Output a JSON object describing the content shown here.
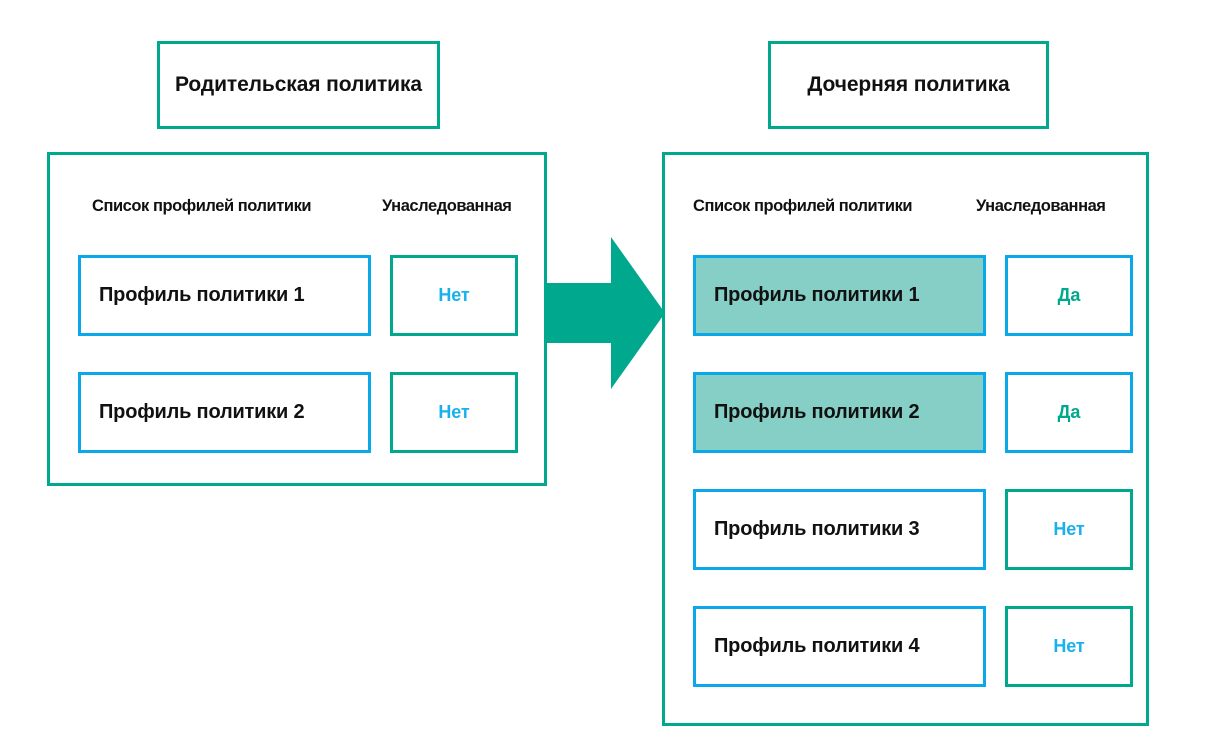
{
  "colors": {
    "teal": "#00a88e",
    "blue": "#0aa8e8",
    "cyan_text": "#19b1ec",
    "highlight_fill": "#86cfc6",
    "text": "#111111",
    "background": "#ffffff"
  },
  "parent": {
    "title": "Родительская политика",
    "headers": {
      "profiles": "Список профилей политики",
      "inherited": "Унаследованная"
    },
    "rows": [
      {
        "profile": "Профиль политики 1",
        "inherited": "Нет",
        "highlighted": false,
        "profile_border": "blue",
        "badge_border": "green",
        "badge_text_color": "cyan"
      },
      {
        "profile": "Профиль политики 2",
        "inherited": "Нет",
        "highlighted": false,
        "profile_border": "blue",
        "badge_border": "green",
        "badge_text_color": "cyan"
      }
    ]
  },
  "child": {
    "title": "Дочерняя политика",
    "headers": {
      "profiles": "Список профилей политики",
      "inherited": "Унаследованная"
    },
    "rows": [
      {
        "profile": "Профиль политики 1",
        "inherited": "Да",
        "highlighted": true,
        "profile_border": "blue",
        "badge_border": "blue",
        "badge_text_color": "green"
      },
      {
        "profile": "Профиль политики 2",
        "inherited": "Да",
        "highlighted": true,
        "profile_border": "blue",
        "badge_border": "blue",
        "badge_text_color": "green"
      },
      {
        "profile": "Профиль политики 3",
        "inherited": "Нет",
        "highlighted": false,
        "profile_border": "blue",
        "badge_border": "green",
        "badge_text_color": "cyan"
      },
      {
        "profile": "Профиль политики 4",
        "inherited": "Нет",
        "highlighted": false,
        "profile_border": "blue",
        "badge_border": "green",
        "badge_text_color": "cyan"
      }
    ]
  },
  "arrow": {
    "icon": "arrow-right-icon",
    "direction": "right",
    "color": "#00a88e"
  }
}
